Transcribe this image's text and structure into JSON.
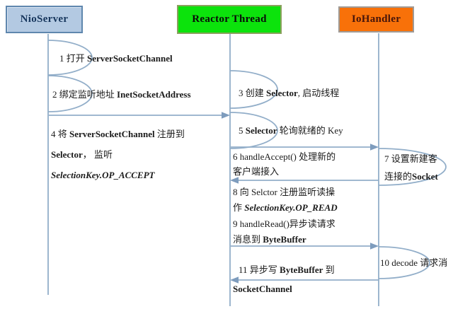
{
  "actors": [
    {
      "label": "NioServer",
      "fill": "#b3c9e2",
      "border": "#5f87ae",
      "text_color": "#17365d"
    },
    {
      "label": "Reactor Thread",
      "fill": "#0ce30c",
      "border": "#8ba05e",
      "text_color": "#0a0a0a"
    },
    {
      "label": "IoHandler",
      "fill": "#f87109",
      "border": "#a09b96",
      "text_color": "#46150b"
    }
  ],
  "line_color": "#92aec9",
  "arrow_color": "#7e9cbd",
  "messages": {
    "m1": [
      [
        "1 打开 ",
        "ServerSocketChannel"
      ]
    ],
    "m2": [
      [
        "2 绑定监听地址 ",
        "InetSocketAddress"
      ]
    ],
    "m3": [
      [
        "3 创建 ",
        "Selector",
        ", 启动线程"
      ]
    ],
    "m4": [
      [
        "4 将 ",
        "ServerSocketChannel",
        " 注册到"
      ],
      [
        "Selector",
        "， 监听"
      ],
      [
        "SelectionKey.OP_ACCEPT"
      ]
    ],
    "m5": [
      [
        "5 ",
        "Selector",
        " 轮询就绪的 Key"
      ]
    ],
    "m6": [
      [
        "6 handleAccept() 处理新的"
      ],
      [
        "客户端接入"
      ]
    ],
    "m7": [
      [
        "7 设置新建客"
      ],
      [
        "连接的",
        "Socket"
      ]
    ],
    "m8": [
      [
        "8 向 Selctor 注册监听读操"
      ],
      [
        "作 ",
        "SelectionKey.OP_READ"
      ]
    ],
    "m9": [
      [
        "9 handleRead()异步读请求"
      ],
      [
        "消息到 ",
        "ByteBuffer"
      ]
    ],
    "m10": [
      [
        "10 decode 请求消"
      ]
    ],
    "m11": [
      [
        "11 异步写 ",
        "ByteBuffer",
        " 到"
      ],
      [
        "SocketChannel"
      ]
    ]
  }
}
